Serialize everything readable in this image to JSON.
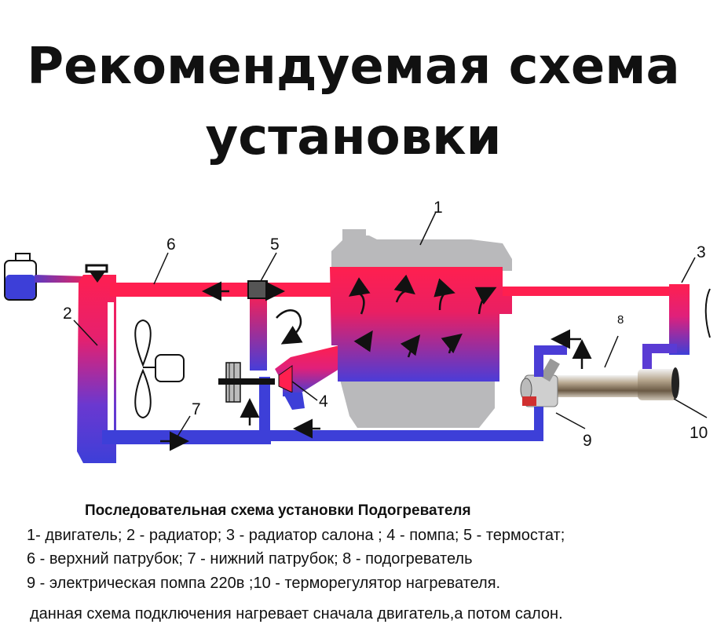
{
  "title": {
    "line1": "Рекомендуемая схема",
    "line2": "установки"
  },
  "diagram": {
    "labels": {
      "engine": "1",
      "radiator": "2",
      "cabin_radiator": "3",
      "pump": "4",
      "thermostat": "5",
      "upper_pipe": "6",
      "lower_pipe": "7",
      "heater": "8",
      "electric_pump": "9",
      "thermoregulator": "10"
    },
    "colors": {
      "hot": "#ff1f4f",
      "cold": "#3d3fd8",
      "engine_block": "#b9b9bb"
    }
  },
  "legend": {
    "heading": "Последовательная схема установки Подогревателя",
    "line1": "1- двигатель; 2 - радиатор; 3 - радиатор  салона      ; 4 - помпа; 5 - термостат;",
    "line2": "6 - верхний патрубок; 7 - нижний патрубок; 8 - подогреватель",
    "line3": "9 - электрическая помпа 220в   ;10 - терморегулятор нагревателя.",
    "note": "данная схема подключения нагревает сначала двигатель,а потом салон."
  }
}
